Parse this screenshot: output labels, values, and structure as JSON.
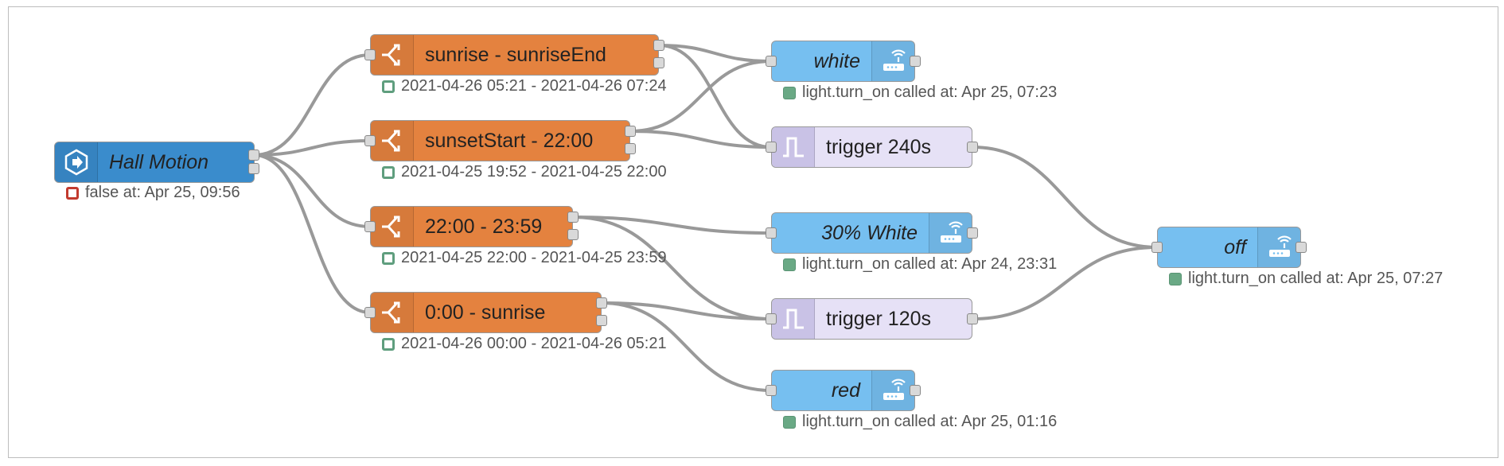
{
  "inject": {
    "label": "Hall Motion",
    "status": "false at: Apr 25, 09:56",
    "icon": "arrow-in-hex-icon"
  },
  "switches": [
    {
      "label": "sunrise - sunriseEnd",
      "status": "2021-04-26 05:21 - 2021-04-26 07:24"
    },
    {
      "label": "sunsetStart - 22:00",
      "status": "2021-04-25 19:52 - 2021-04-25 22:00"
    },
    {
      "label": "22:00 - 23:59",
      "status": "2021-04-25 22:00 - 2021-04-25 23:59"
    },
    {
      "label": "0:00 - sunrise",
      "status": "2021-04-26 00:00 - 2021-04-26 05:21"
    }
  ],
  "services": [
    {
      "label": "white",
      "status": "light.turn_on called at: Apr 25, 07:23"
    },
    {
      "label": "30% White",
      "status": "light.turn_on called at: Apr 24, 23:31"
    },
    {
      "label": "red",
      "status": "light.turn_on called at: Apr 25, 01:16"
    },
    {
      "label": "off",
      "status": "light.turn_on called at: Apr 25, 07:27"
    }
  ],
  "triggers": [
    {
      "label": "trigger 240s"
    },
    {
      "label": "trigger 120s"
    }
  ],
  "colors": {
    "switch": "#e4823f",
    "inject": "#3a8ccc",
    "service": "#76bff0",
    "trigger": "#e6e1f6",
    "wire": "#999999"
  }
}
